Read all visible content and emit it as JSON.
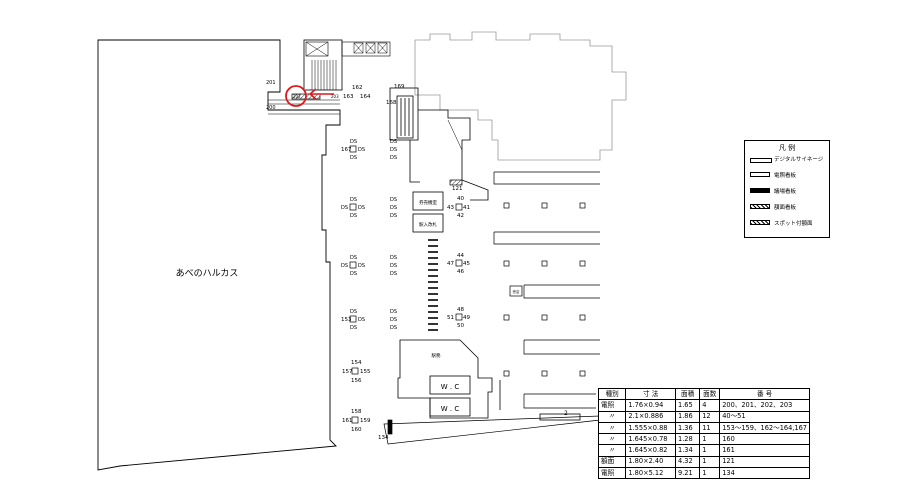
{
  "building_label": "あべのハルカス",
  "rooms": {
    "info": "券売機室",
    "ticket": "駅入改札",
    "office": "駅務",
    "shop": "売店",
    "wc1": "W . C",
    "wc2": "W . C"
  },
  "sign_labels": {
    "top_left_a": "201",
    "top_left_b": "200",
    "top_mid_1": "162",
    "top_mid_2": "163",
    "top_mid_3": "164",
    "top_mid_4": "203",
    "top_mid_5": "202",
    "stair_1": "169",
    "stair_2": "168",
    "c121": "121",
    "n40": "40",
    "n43": "43",
    "n41": "41",
    "n42": "42",
    "n44": "44",
    "n47": "47",
    "n45": "45",
    "n46": "46",
    "n48": "48",
    "n51": "51",
    "n49": "49",
    "n50": "50",
    "n167": "167",
    "n153": "153",
    "n154": "154",
    "n157": "157",
    "n155": "155",
    "n156": "156",
    "n158": "158",
    "n161": "161",
    "n159": "159",
    "n160": "160",
    "n134": "134",
    "n2": "2",
    "ds": "DS"
  },
  "legend": {
    "title": "凡 例",
    "items": [
      {
        "label": "デジタルサイネージ",
        "style": "signage"
      },
      {
        "label": "電照看板",
        "style": "lit"
      },
      {
        "label": "議場看板",
        "style": "black"
      },
      {
        "label": "額面看板",
        "style": "hatched"
      },
      {
        "label": "スポット付額面",
        "style": "hatched-spot"
      }
    ]
  },
  "table": {
    "headers": [
      "種別",
      "寸 法",
      "面積",
      "面数",
      "番 号"
    ],
    "rows": [
      [
        "電照",
        "1.76×0.94",
        "1.65",
        "4",
        "200、201、202、203"
      ],
      [
        "〃",
        "2.1×0.886",
        "1.86",
        "12",
        "40〜51"
      ],
      [
        "〃",
        "1.555×0.88",
        "1.36",
        "11",
        "153〜159、162〜164,167"
      ],
      [
        "〃",
        "1.645×0.78",
        "1.28",
        "1",
        "160"
      ],
      [
        "〃",
        "1.645×0.82",
        "1.34",
        "1",
        "161"
      ],
      [
        "額面",
        "1.80×2.40",
        "4.32",
        "1",
        "121"
      ],
      [
        "電照",
        "1.80×5.12",
        "9.21",
        "1",
        "134"
      ]
    ]
  },
  "colors": {
    "highlight": "#e0191c",
    "line": "#000000",
    "gray_line": "#9a9a9a"
  }
}
